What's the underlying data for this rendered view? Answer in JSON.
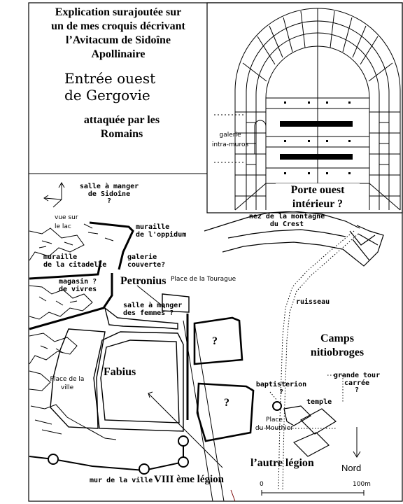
{
  "title": {
    "line1": "Explication surajoutée sur",
    "line2": "un de mes croquis décrivant",
    "line3": "l’Avitacum de Sidoîne",
    "line4": "Apollinaire"
  },
  "subtitle": {
    "line1": "Entrée ouest",
    "line2": "de Gergovie"
  },
  "attack": {
    "line1": "attaquée par les",
    "line2": "Romains"
  },
  "gate": {
    "caption_line1": "Porte ouest",
    "caption_line2": "intérieur ?",
    "gallery_line1": "galerie",
    "gallery_line2": "intra-muros"
  },
  "labels": {
    "dining_sidoine_1": "salle à manger",
    "dining_sidoine_2": "de Sidoîne",
    "dining_sidoine_3": "?",
    "lake_1": "vue sur",
    "lake_2": "le lac",
    "oppidum_1": "muraille",
    "oppidum_2": "de l'oppidum",
    "citadel_1": "muraille",
    "citadel_2": "de la citadelle",
    "gallery_1": "galerie",
    "gallery_2": "couverte?",
    "store_1": "magasin ?",
    "store_2": "de vivres",
    "petronius": "Petronius",
    "tourague": "Place de la Tourague",
    "women_1": "salle à manger",
    "women_2": "des femmes ?",
    "q1": "?",
    "q2": "?",
    "fabius": "Fabius",
    "city_square_1": "Place de la",
    "city_square_2": "ville",
    "mountain_1": "nez de la montagne",
    "mountain_2": "du Crest",
    "stream": "ruisseau",
    "camps_1": "Camps",
    "camps_2": "nitiobroges",
    "tower_1": "grande tour",
    "tower_2": "carrée",
    "tower_3": "?",
    "baptistery": "baptisterion",
    "baptistery_q": "?",
    "temple": "temple",
    "mouthier_1": "Place",
    "mouthier_2": "du Mouthier",
    "other_legion": "l’autre légion",
    "north": "Nord",
    "city_wall": "mur de la ville",
    "legion8": "VIII ème légion",
    "scale_0": "0",
    "scale_100": "100m"
  }
}
